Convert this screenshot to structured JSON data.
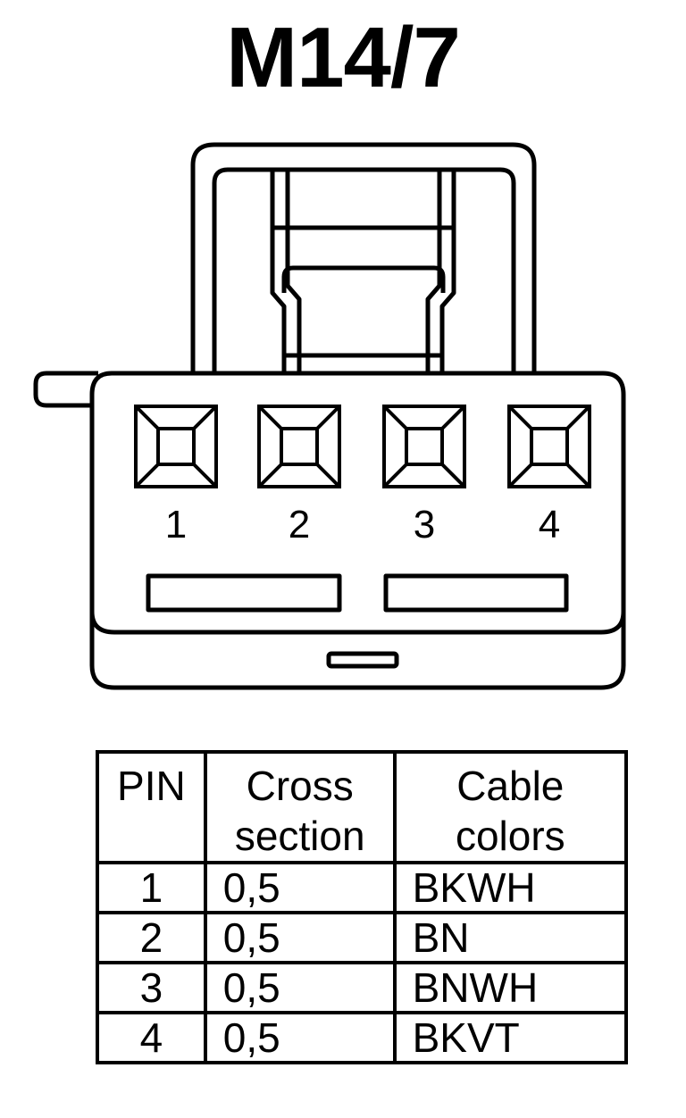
{
  "title": "M14/7",
  "connector": {
    "pin_labels": [
      "1",
      "2",
      "3",
      "4"
    ]
  },
  "table": {
    "headers": {
      "pin": [
        "PIN"
      ],
      "cross_section": [
        "Cross",
        "section"
      ],
      "cable_colors": [
        "Cable",
        "colors"
      ]
    },
    "rows": [
      {
        "pin": "1",
        "cross_section": "0,5",
        "color": "BKWH"
      },
      {
        "pin": "2",
        "cross_section": "0,5",
        "color": "BN"
      },
      {
        "pin": "3",
        "cross_section": "0,5",
        "color": "BNWH"
      },
      {
        "pin": "4",
        "cross_section": "0,5",
        "color": "BKVT"
      }
    ]
  }
}
